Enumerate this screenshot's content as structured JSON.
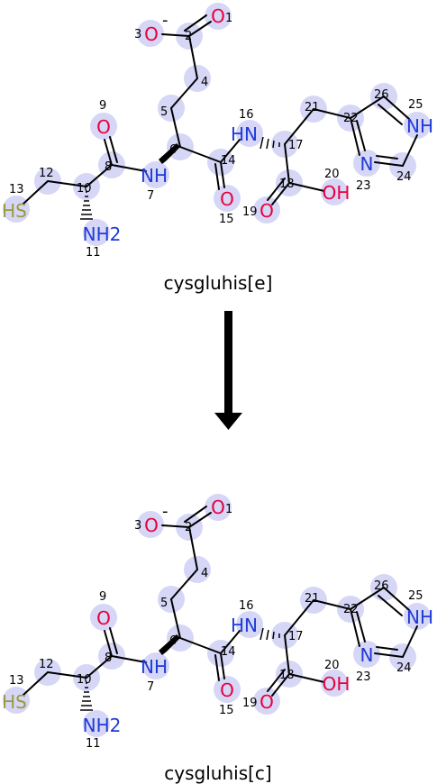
{
  "reactant_caption": "cysgluhis[e]",
  "product_caption": "cysgluhis[c]",
  "colors": {
    "oxygen": "#e8003c",
    "nitrogen": "#1f3bd6",
    "sulfur": "#9a9a3a",
    "carbon": "#000000",
    "highlight": "#d6d6f7"
  },
  "atoms": [
    {
      "id": "1",
      "symbol": "O"
    },
    {
      "id": "2",
      "symbol": ""
    },
    {
      "id": "3",
      "symbol": "O",
      "charge": "-"
    },
    {
      "id": "4",
      "symbol": ""
    },
    {
      "id": "5",
      "symbol": ""
    },
    {
      "id": "6",
      "symbol": ""
    },
    {
      "id": "7",
      "symbol": "NH"
    },
    {
      "id": "8",
      "symbol": ""
    },
    {
      "id": "9",
      "symbol": "O"
    },
    {
      "id": "10",
      "symbol": ""
    },
    {
      "id": "11",
      "symbol": "NH2"
    },
    {
      "id": "12",
      "symbol": ""
    },
    {
      "id": "13",
      "symbol": "HS"
    },
    {
      "id": "14",
      "symbol": ""
    },
    {
      "id": "15",
      "symbol": "O"
    },
    {
      "id": "16",
      "symbol": "HN"
    },
    {
      "id": "17",
      "symbol": ""
    },
    {
      "id": "18",
      "symbol": ""
    },
    {
      "id": "19",
      "symbol": "O"
    },
    {
      "id": "20",
      "symbol": "OH"
    },
    {
      "id": "21",
      "symbol": ""
    },
    {
      "id": "22",
      "symbol": ""
    },
    {
      "id": "23",
      "symbol": "N"
    },
    {
      "id": "24",
      "symbol": ""
    },
    {
      "id": "25",
      "symbol": "NH"
    },
    {
      "id": "26",
      "symbol": ""
    }
  ]
}
